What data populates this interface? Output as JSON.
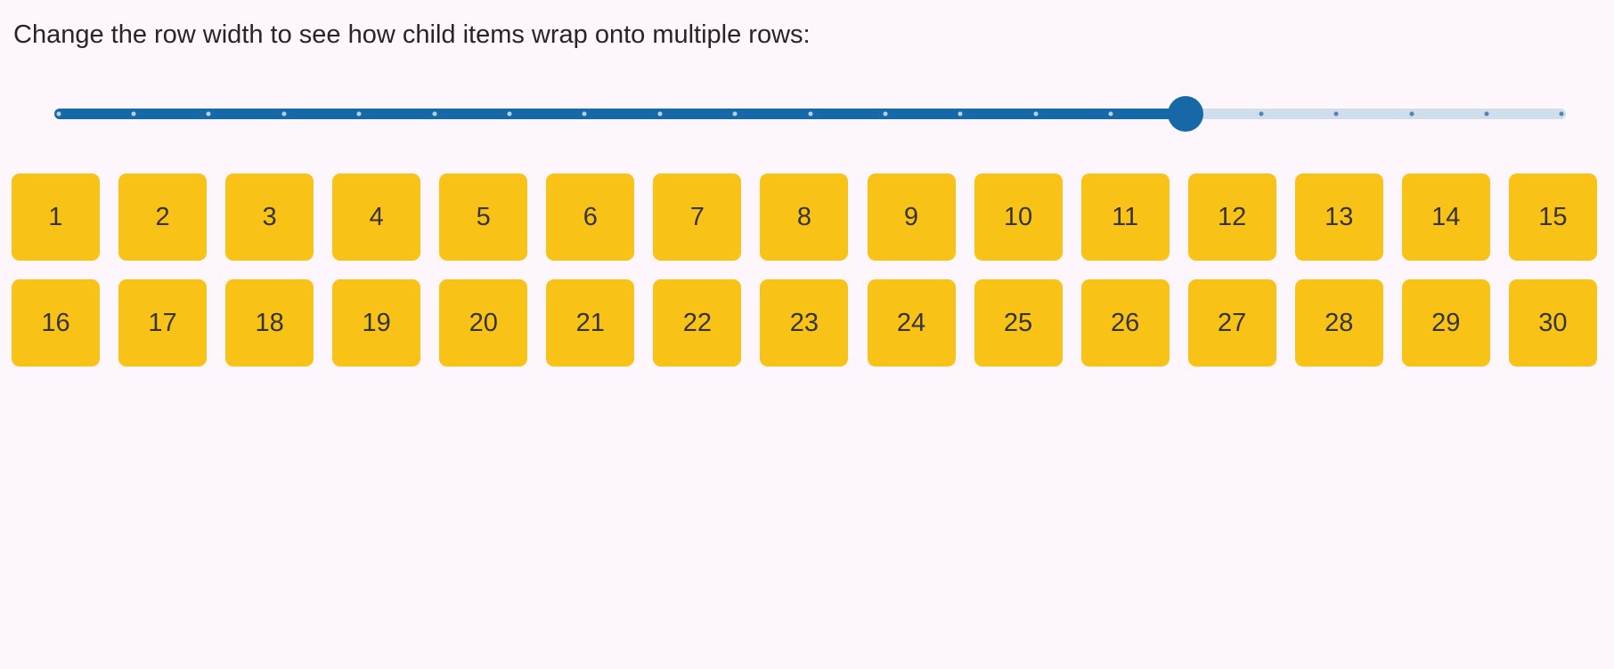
{
  "page": {
    "background": "#FDF6FD",
    "title": "Change the row width to see how child items wrap onto multiple rows:"
  },
  "slider": {
    "label": "row-width",
    "percent": 75,
    "tick_count": 21,
    "ticks_before_thumb": 15,
    "colors": {
      "accent": "#1768A6",
      "track": "#CFDEEA",
      "thumb": "#1768A6",
      "tick_on_fill": "#B7D2E8",
      "tick_on_rest": "#4E86B4"
    }
  },
  "grid": {
    "tile_color": "#F9C216",
    "tile_text_color": "#363430",
    "items": [
      "1",
      "2",
      "3",
      "4",
      "5",
      "6",
      "7",
      "8",
      "9",
      "10",
      "11",
      "12",
      "13",
      "14",
      "15",
      "16",
      "17",
      "18",
      "19",
      "20",
      "21",
      "22",
      "23",
      "24",
      "25",
      "26",
      "27",
      "28",
      "29",
      "30"
    ]
  }
}
